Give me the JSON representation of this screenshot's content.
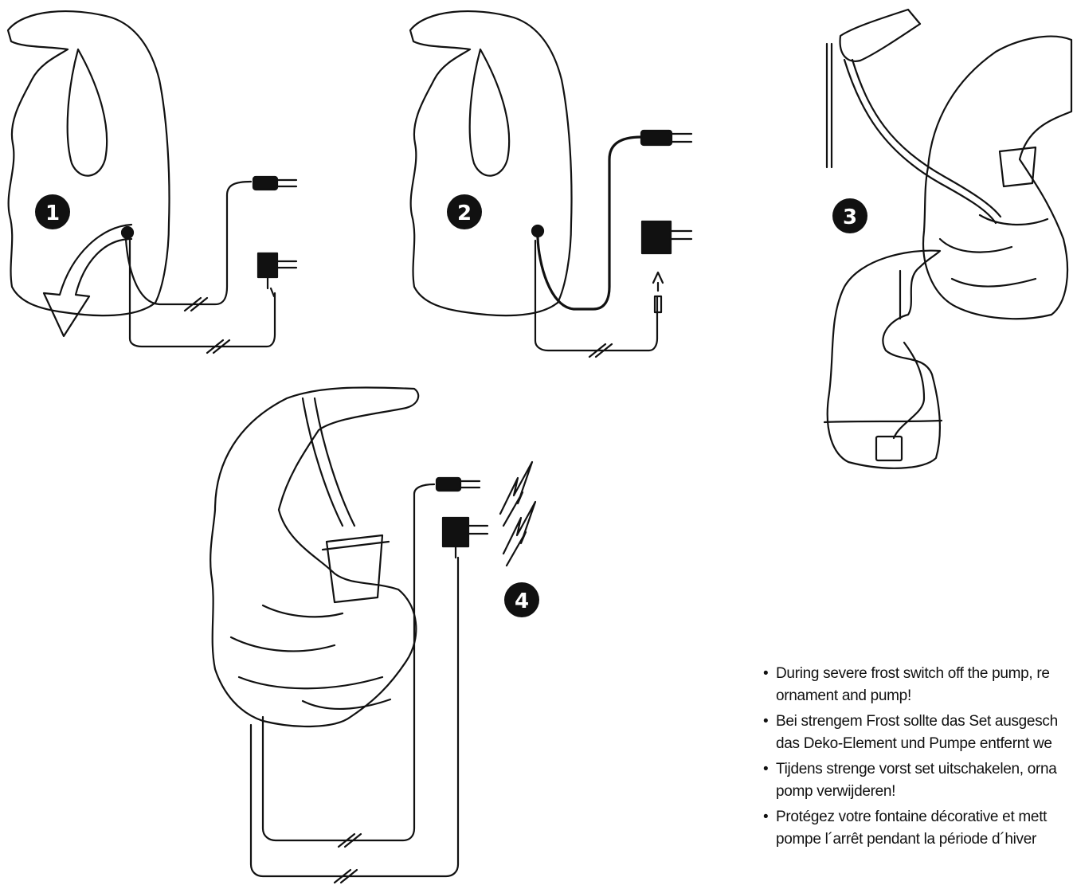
{
  "steps": [
    {
      "number": "1"
    },
    {
      "number": "2"
    },
    {
      "number": "3"
    },
    {
      "number": "4"
    }
  ],
  "notes": [
    {
      "line1": "During severe frost switch off the pump, re",
      "line2": "ornament and pump!"
    },
    {
      "line1": "Bei strengem Frost sollte das Set ausgesch",
      "line2": "das Deko-Element und Pumpe entfernt we"
    },
    {
      "line1": "Tijdens strenge vorst set uitschakelen, orna",
      "line2": "pomp verwijderen!"
    },
    {
      "line1": "Protégez votre fontaine décorative et mett",
      "line2": "pompe l´arrêt pendant la période d´hiver"
    }
  ],
  "colors": {
    "ink": "#111111",
    "background": "#ffffff"
  }
}
